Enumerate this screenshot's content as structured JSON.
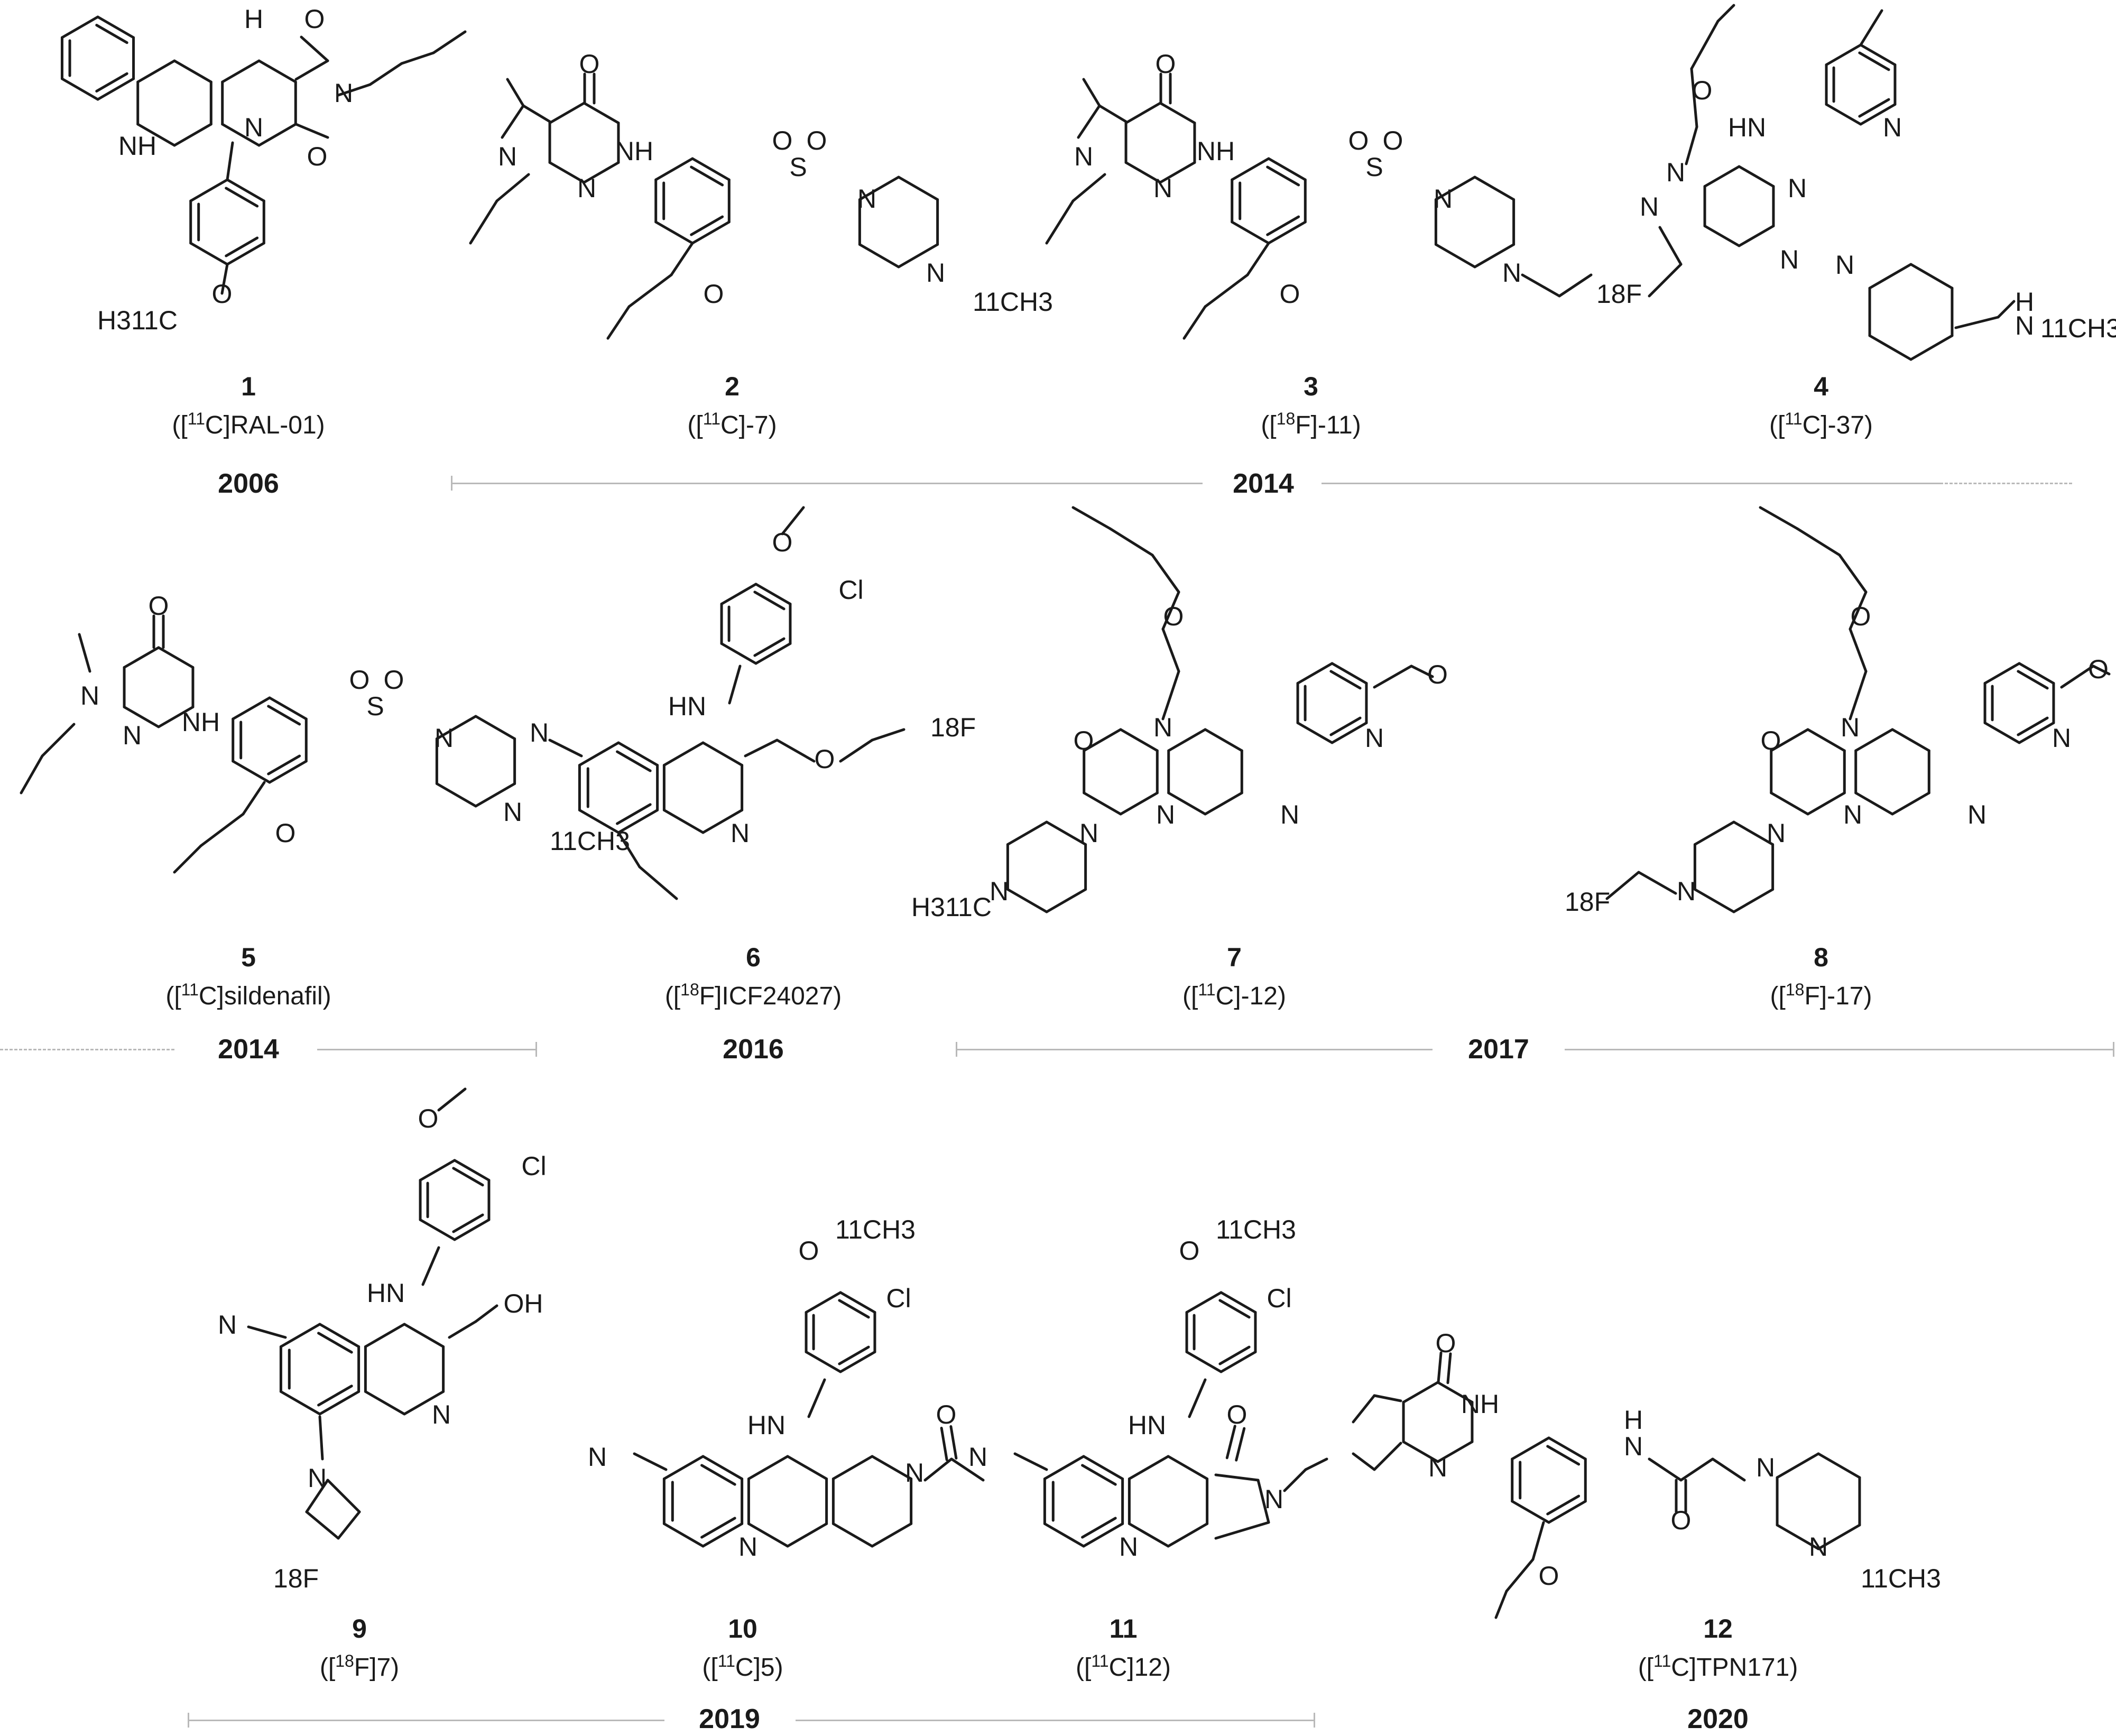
{
  "compounds": [
    {
      "number": "1",
      "name": "([11C]RAL-01)"
    },
    {
      "number": "2",
      "name": "([11C]-7)"
    },
    {
      "number": "3",
      "name": "([18F]-11)"
    },
    {
      "number": "4",
      "name": "([11C]-37)"
    },
    {
      "number": "5",
      "name": "([11C]sildenafil)"
    },
    {
      "number": "6",
      "name": "([18F]ICF24027)"
    },
    {
      "number": "7",
      "name": "([11C]-12)"
    },
    {
      "number": "8",
      "name": "([18F]-17)"
    },
    {
      "number": "9",
      "name": "([18F]7)"
    },
    {
      "number": "10",
      "name": "([11C]5)"
    },
    {
      "number": "11",
      "name": "([11C]12)"
    },
    {
      "number": "12",
      "name": "([11C]TPN171)"
    }
  ],
  "years": [
    "2006",
    "2014",
    "2014",
    "2016",
    "2017",
    "2019",
    "2020"
  ],
  "atom_labels": {
    "o": "O",
    "n": "N",
    "nh": "NH",
    "hn": "HN",
    "h": "H",
    "s": "S",
    "cl": "Cl",
    "oh": "OH",
    "f18": "18F",
    "ch3_11": "11CH3",
    "h3c_11": "H311C",
    "och3_11": "11CH3"
  }
}
